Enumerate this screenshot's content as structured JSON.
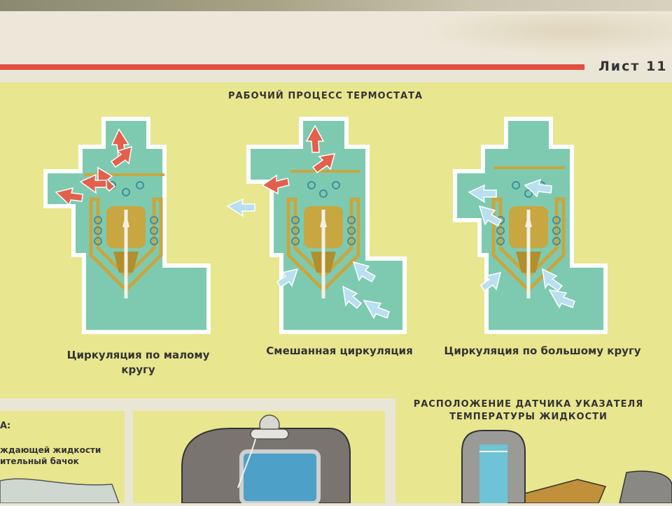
{
  "sheet_label": "Лист 11",
  "main_title": "РАБОЧИЙ ПРОЦЕСС ТЕРМОСТАТА",
  "diagrams": [
    {
      "caption": "Циркуляция по малому кругу"
    },
    {
      "caption": "Смешанная циркуляция"
    },
    {
      "caption": "Циркуляция по большому кругу"
    }
  ],
  "bottom": {
    "left_title": "А:",
    "left_line1": "ждающей жидкости",
    "left_line2": "ительный бачок",
    "sensor_title_line1": "РАСПОЛОЖЕНИЕ ДАТЧИКА УКАЗАТЕЛЯ",
    "sensor_title_line2": "ТЕМПЕРАТУРЫ ЖИДКОСТИ"
  },
  "colors": {
    "background": "#e8e68f",
    "coolant": "#7ecab0",
    "housing_outline": "#ffffff",
    "valve": "#c8a640",
    "hot_flow_arrow": "#e2604c",
    "cold_flow_arrow": "#b9dff0",
    "red_rule": "#e0503f"
  }
}
